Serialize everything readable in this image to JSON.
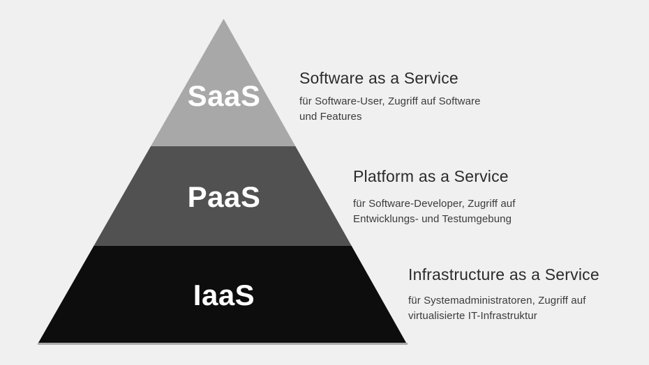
{
  "background_color": "#f0f0f0",
  "text_colors": {
    "heading": "#2b2b2b",
    "body": "#3a3a3a"
  },
  "pyramid": {
    "label_color": "#ffffff",
    "shadow_color": "#a9a9a9",
    "layers": [
      {
        "id": "saas",
        "label": "SaaS",
        "color": "#a8a8a8",
        "title": "Software as a Service",
        "desc_line1": "für Software-User, Zugriff auf Software",
        "desc_line2": "und Features"
      },
      {
        "id": "paas",
        "label": "PaaS",
        "color": "#515151",
        "title": "Platform as a Service",
        "desc_line1": "für Software-Developer, Zugriff auf",
        "desc_line2": "Entwicklungs- und Testumgebung"
      },
      {
        "id": "iaas",
        "label": "IaaS",
        "color": "#0d0d0d",
        "title": "Infrastructure as a Service",
        "desc_line1": "für Systemadministratoren, Zugriff auf",
        "desc_line2": "virtualisierte IT-Infrastruktur"
      }
    ]
  }
}
